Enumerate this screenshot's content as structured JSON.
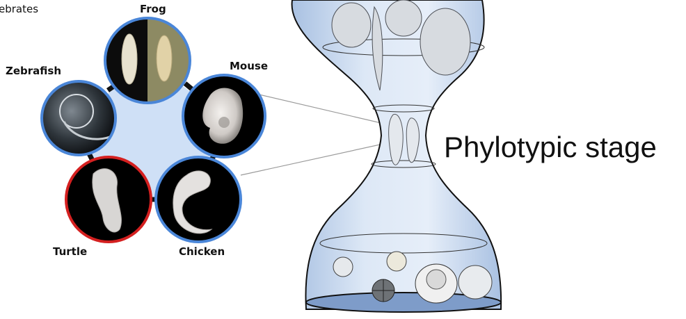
{
  "corner_text": "ebrates",
  "stage_label": "Phylotypic stage",
  "species": {
    "frog": "Frog",
    "mouse": "Mouse",
    "zebrafish": "Zebrafish",
    "turtle": "Turtle",
    "chicken": "Chicken"
  },
  "colors": {
    "ring_blue": "#4a86d8",
    "ring_red": "#d42020",
    "pentagon_fill": "#cfe0f6",
    "hourglass_fill": "#c9d9ee"
  }
}
